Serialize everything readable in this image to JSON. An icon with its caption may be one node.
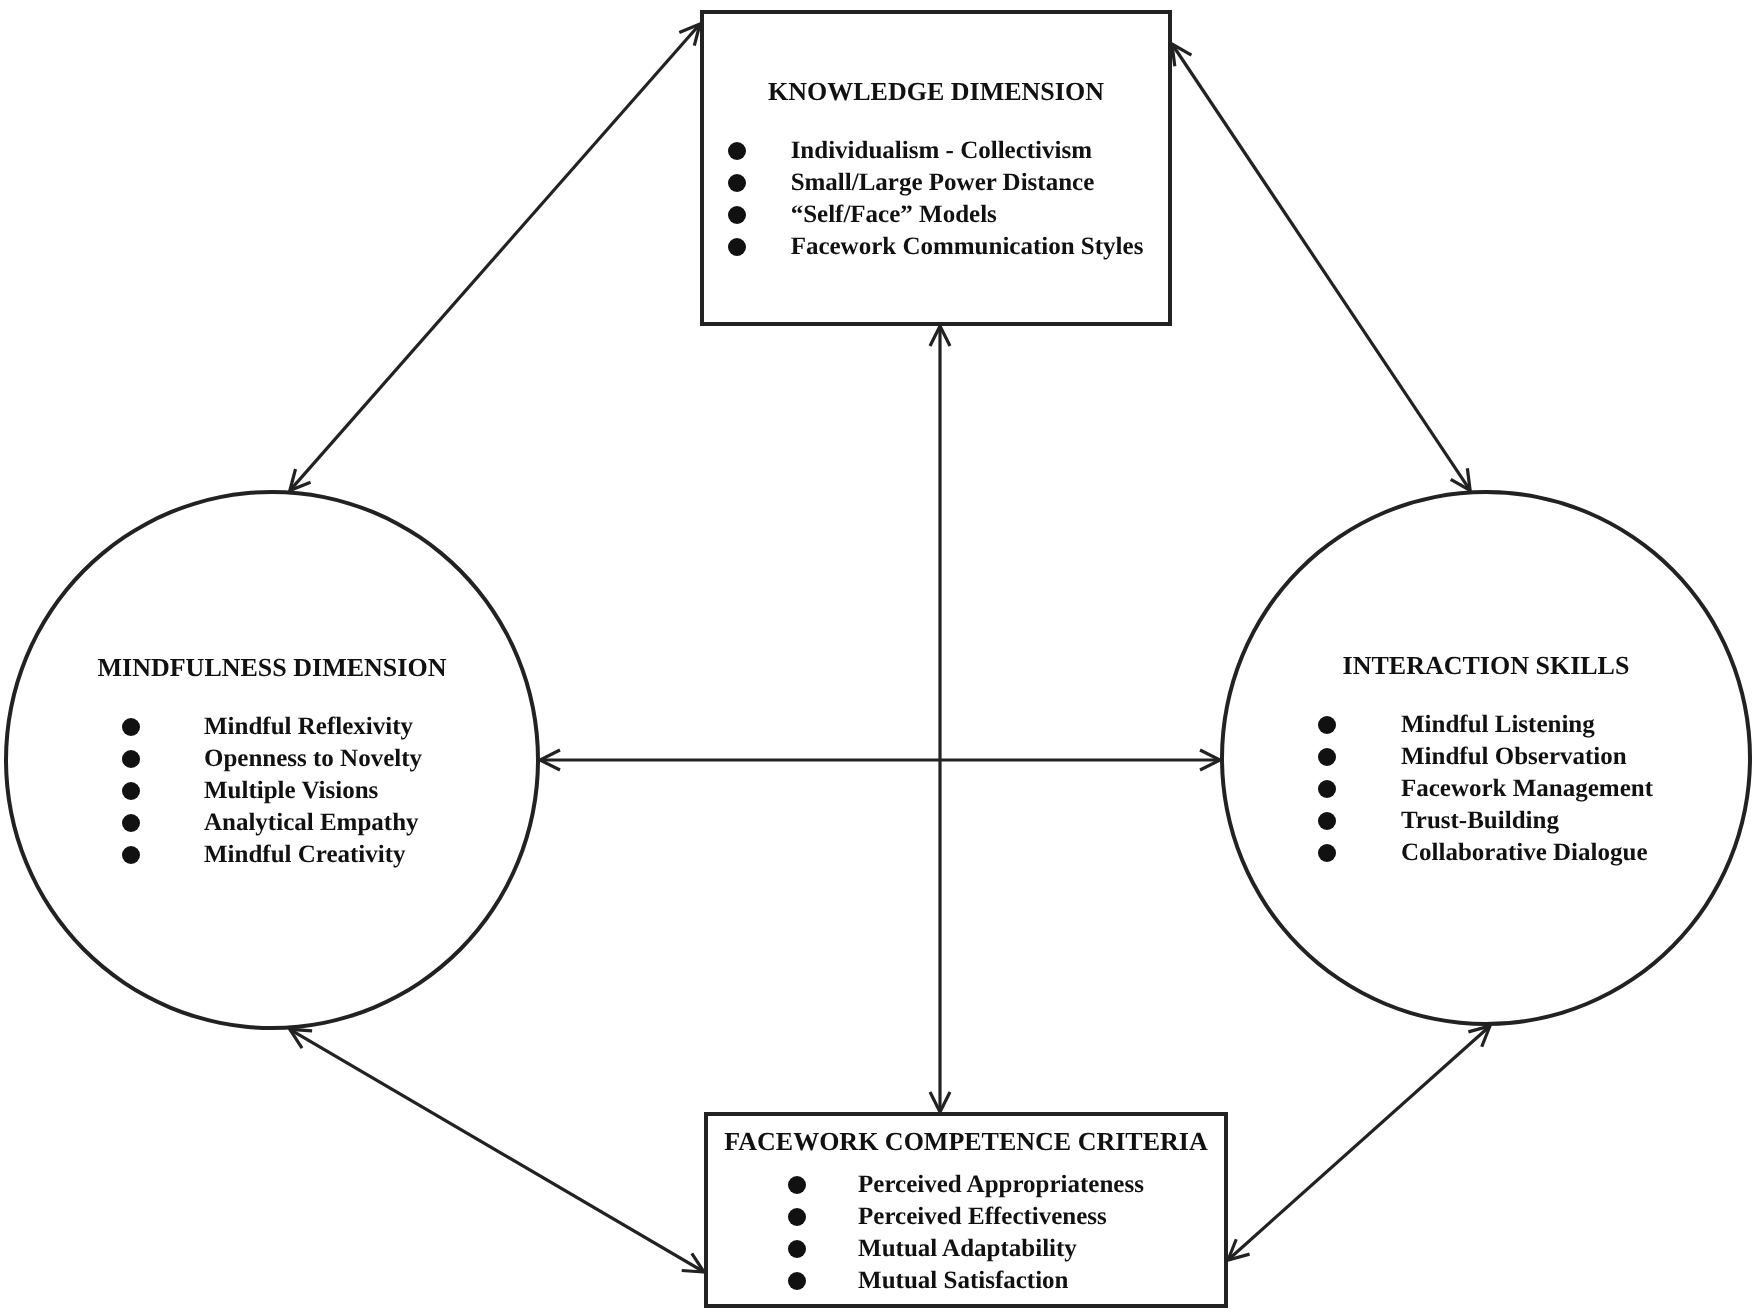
{
  "diagram": {
    "nodes": [
      {
        "text": [
          "KNOWLEDGE DIMENSION",
          "Individualism - Collectivism",
          "Small/Large Power Distance",
          "“Self/Face” Models",
          "Facework Communication Styles"
        ]
      },
      {
        "text": [
          "MINDFULNESS DIMENSION",
          "Mindful Reflexivity",
          "Openness to Novelty",
          "Multiple Visions",
          "Analytical Empathy",
          "Mindful Creativity"
        ]
      },
      {
        "text": [
          "INTERACTION SKILLS",
          "Mindful Listening",
          "Mindful Observation",
          "Facework Management",
          "Trust-Building",
          "Collaborative Dialogue"
        ]
      },
      {
        "text": [
          "FACEWORK COMPETENCE CRITERIA",
          "Perceived Appropriateness",
          "Perceived Effectiveness",
          "Mutual Adaptability",
          "Mutual Satisfaction"
        ]
      }
    ],
    "edges": [
      {
        "from": 0,
        "to": 1,
        "arrow": "both"
      },
      {
        "from": 0,
        "to": 2,
        "arrow": "both"
      },
      {
        "from": 0,
        "to": 3,
        "arrow": "both"
      },
      {
        "from": 1,
        "to": 2,
        "arrow": "both"
      },
      {
        "from": 1,
        "to": 3,
        "arrow": "both"
      },
      {
        "from": 2,
        "to": 3,
        "arrow": "both"
      }
    ]
  }
}
